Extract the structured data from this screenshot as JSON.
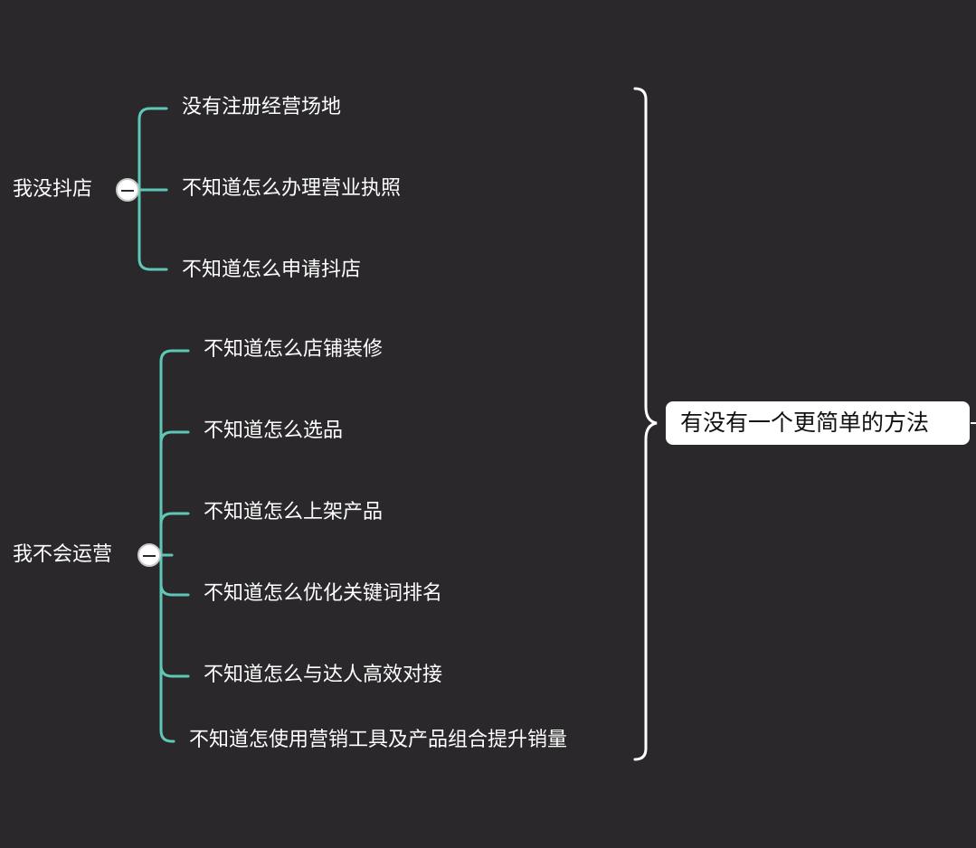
{
  "colors": {
    "background": "#2a282b",
    "branch_line": "#5ec8b6",
    "bracket": "#ffffff",
    "text": "#ffffff",
    "root_box": "#ffffff",
    "root_text": "#111111"
  },
  "root": {
    "label": "有没有一个更简单的方法"
  },
  "groups": [
    {
      "label": "我没抖店",
      "toggle_icon": "minus-circle-icon",
      "items": [
        "没有注册经营场地",
        "不知道怎么办理营业执照",
        "不知道怎么申请抖店"
      ]
    },
    {
      "label": "我不会运营",
      "toggle_icon": "minus-circle-icon",
      "items": [
        "不知道怎么店铺装修",
        "不知道怎么选品",
        "不知道怎么上架产品",
        "不知道怎么优化关键词排名",
        "不知道怎么与达人高效对接",
        "不知道怎使用营销工具及产品组合提升销量"
      ]
    }
  ]
}
